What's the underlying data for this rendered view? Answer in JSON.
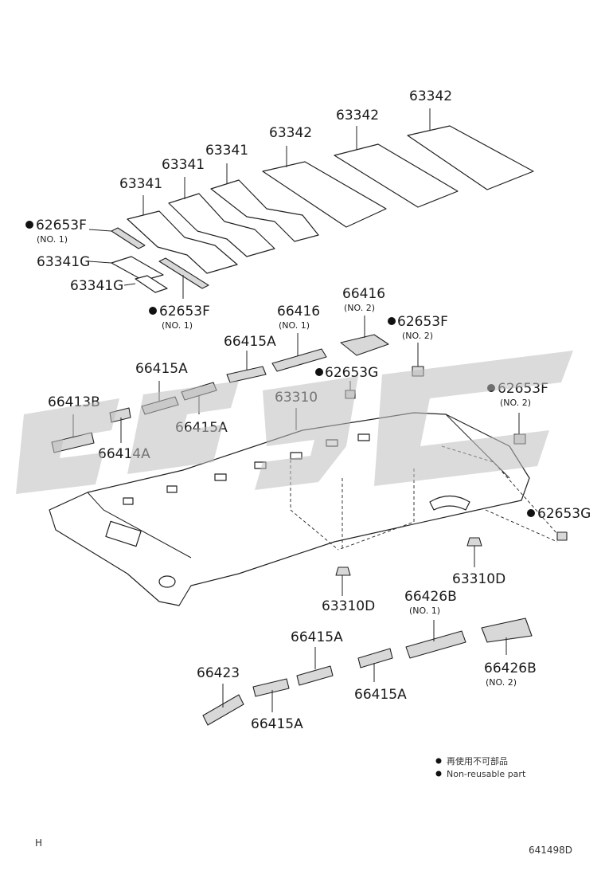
{
  "labels": {
    "l63342a": "63342",
    "l63342b": "63342",
    "l63342c": "63342",
    "l63341a": "63341",
    "l63341b": "63341",
    "l63341c": "63341",
    "l62653f_1": "62653F",
    "l62653f_1_sub": "(NO. 1)",
    "l63341g_a": "63341G",
    "l63341g_b": "63341G",
    "l62653f_2": "62653F",
    "l62653f_2_sub": "(NO. 1)",
    "l66416_2": "66416",
    "l66416_2_sub": "(NO. 2)",
    "l66416_1": "66416",
    "l66416_1_sub": "(NO. 1)",
    "l62653f_3": "62653F",
    "l62653f_3_sub": "(NO. 2)",
    "l66415a_1": "66415A",
    "l66415a_2": "66415A",
    "l62653g_1": "62653G",
    "l63310": "63310",
    "l62653f_4": "62653F",
    "l62653f_4_sub": "(NO. 2)",
    "l66413b": "66413B",
    "l66415a_3": "66415A",
    "l66414a": "66414A",
    "l62653g_2": "62653G",
    "l63310d_1": "63310D",
    "l63310d_2": "63310D",
    "l66426b_1": "66426B",
    "l66426b_1_sub": "(NO. 1)",
    "l66415a_4": "66415A",
    "l66423": "66423",
    "l66415a_5": "66415A",
    "l66415a_6": "66415A",
    "l66426b_2": "66426B",
    "l66426b_2_sub": "(NO. 2)"
  },
  "legend": {
    "line_cn": "再使用不可部品",
    "line_en": "Non-reusable part"
  },
  "corner_left": "H",
  "drawing_number": "641498D",
  "colors": {
    "ink": "#222222",
    "watermark": "#bdbdbd",
    "background": "#ffffff"
  }
}
